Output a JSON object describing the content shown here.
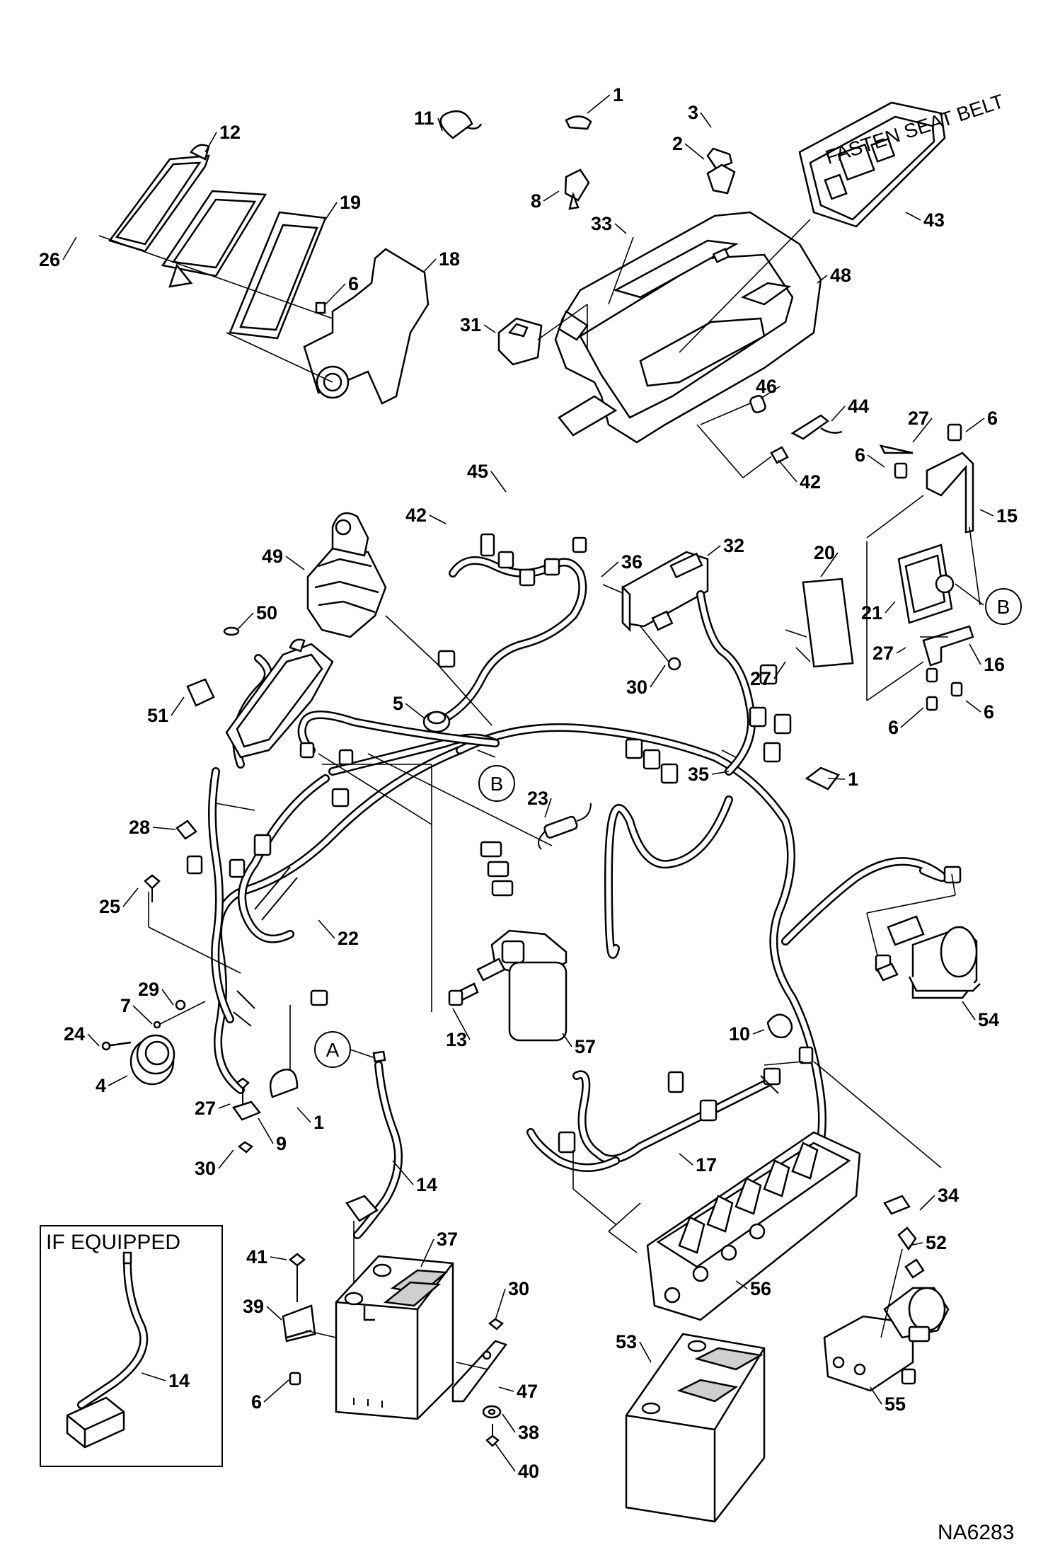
{
  "drawing_code": "NA6283",
  "inset_label": "IF EQUIPPED",
  "callouts": [
    "A",
    "B"
  ],
  "part_labels": [
    {
      "id": "l-1a",
      "text": "1"
    },
    {
      "id": "l-8",
      "text": "8"
    },
    {
      "id": "l-3",
      "text": "3"
    },
    {
      "id": "l-2",
      "text": "2"
    },
    {
      "id": "l-11",
      "text": "11"
    },
    {
      "id": "l-12",
      "text": "12"
    },
    {
      "id": "l-19",
      "text": "19"
    },
    {
      "id": "l-18",
      "text": "18"
    },
    {
      "id": "l-26",
      "text": "26"
    },
    {
      "id": "l-6a",
      "text": "6"
    },
    {
      "id": "l-33",
      "text": "33"
    },
    {
      "id": "l-43",
      "text": "43"
    },
    {
      "id": "l-48",
      "text": "48"
    },
    {
      "id": "l-31",
      "text": "31"
    },
    {
      "id": "l-46",
      "text": "46"
    },
    {
      "id": "l-44",
      "text": "44"
    },
    {
      "id": "l-42a",
      "text": "42"
    },
    {
      "id": "l-27a",
      "text": "27"
    },
    {
      "id": "l-6b",
      "text": "6"
    },
    {
      "id": "l-6c",
      "text": "6"
    },
    {
      "id": "l-15",
      "text": "15"
    },
    {
      "id": "l-45",
      "text": "45"
    },
    {
      "id": "l-42b",
      "text": "42"
    },
    {
      "id": "l-49",
      "text": "49"
    },
    {
      "id": "l-36",
      "text": "36"
    },
    {
      "id": "l-32",
      "text": "32"
    },
    {
      "id": "l-20",
      "text": "20"
    },
    {
      "id": "l-21",
      "text": "21"
    },
    {
      "id": "l-50",
      "text": "50"
    },
    {
      "id": "l-30a",
      "text": "30"
    },
    {
      "id": "l-27b",
      "text": "27"
    },
    {
      "id": "l-27c",
      "text": "27"
    },
    {
      "id": "l-16",
      "text": "16"
    },
    {
      "id": "l-51",
      "text": "51"
    },
    {
      "id": "l-5",
      "text": "5"
    },
    {
      "id": "l-6d",
      "text": "6"
    },
    {
      "id": "l-6e",
      "text": "6"
    },
    {
      "id": "l-35",
      "text": "35"
    },
    {
      "id": "l-1b",
      "text": "1"
    },
    {
      "id": "l-28",
      "text": "28"
    },
    {
      "id": "l-23",
      "text": "23"
    },
    {
      "id": "l-25",
      "text": "25"
    },
    {
      "id": "l-22",
      "text": "22"
    },
    {
      "id": "l-29",
      "text": "29"
    },
    {
      "id": "l-7",
      "text": "7"
    },
    {
      "id": "l-24",
      "text": "24"
    },
    {
      "id": "l-4",
      "text": "4"
    },
    {
      "id": "l-13",
      "text": "13"
    },
    {
      "id": "l-57",
      "text": "57"
    },
    {
      "id": "l-54",
      "text": "54"
    },
    {
      "id": "l-10",
      "text": "10"
    },
    {
      "id": "l-27d",
      "text": "27"
    },
    {
      "id": "l-1c",
      "text": "1"
    },
    {
      "id": "l-9",
      "text": "9"
    },
    {
      "id": "l-30b",
      "text": "30"
    },
    {
      "id": "l-14a",
      "text": "14"
    },
    {
      "id": "l-17",
      "text": "17"
    },
    {
      "id": "l-34",
      "text": "34"
    },
    {
      "id": "l-52",
      "text": "52"
    },
    {
      "id": "l-37",
      "text": "37"
    },
    {
      "id": "l-41",
      "text": "41"
    },
    {
      "id": "l-39",
      "text": "39"
    },
    {
      "id": "l-30c",
      "text": "30"
    },
    {
      "id": "l-56",
      "text": "56"
    },
    {
      "id": "l-53",
      "text": "53"
    },
    {
      "id": "l-14b",
      "text": "14"
    },
    {
      "id": "l-47",
      "text": "47"
    },
    {
      "id": "l-6f",
      "text": "6"
    },
    {
      "id": "l-38",
      "text": "38"
    },
    {
      "id": "l-55",
      "text": "55"
    },
    {
      "id": "l-40",
      "text": "40"
    }
  ],
  "label_text_on_parts": {
    "seat_belt_panel": "FASTEN SEAT BELT"
  }
}
